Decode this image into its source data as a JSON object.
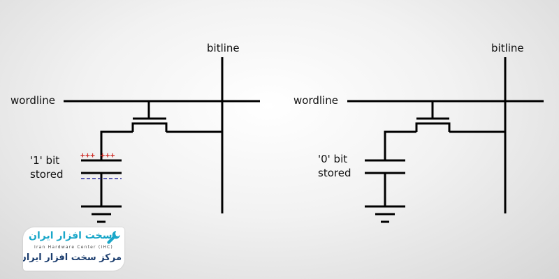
{
  "left_cell": {
    "bitline_label": "bitline",
    "wordline_label": "wordline",
    "state_label_line1": "'1' bit",
    "state_label_line2": "stored",
    "positive_charge": "+++ +++"
  },
  "right_cell": {
    "bitline_label": "bitline",
    "wordline_label": "wordline",
    "state_label_line1": "'0' bit",
    "state_label_line2": "stored"
  },
  "logo": {
    "mark_text": "سخت افزار ایران",
    "english_text": "Iran Hardware Center (IHC)",
    "persian_text": "مرکز سخت افزار ایران"
  },
  "colors": {
    "wire": "#000000",
    "positive_charge": "#d0302a",
    "negative_charge": "#2c2ca0",
    "logo_accent": "#1aa7c9",
    "logo_text": "#1b3d6e"
  }
}
